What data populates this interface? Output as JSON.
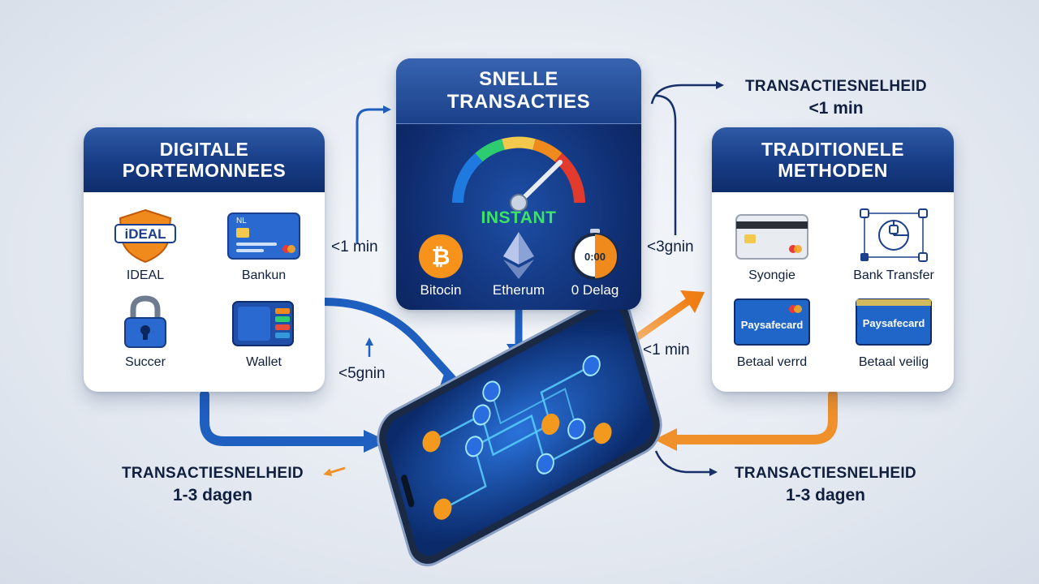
{
  "left_panel": {
    "title_line1": "DIGITALE",
    "title_line2": "PORTEMONNEES",
    "items": [
      {
        "label": "IDEAL",
        "icon": "ideal-shield-icon",
        "logo_text": "iDEAL"
      },
      {
        "label": "Bankun",
        "icon": "bank-card-icon",
        "card_text": "NL"
      },
      {
        "label": "Succer",
        "icon": "padlock-icon"
      },
      {
        "label": "Wallet",
        "icon": "wallet-icon"
      }
    ]
  },
  "center_panel": {
    "title_line1": "SNELLE",
    "title_line2": "TRANSACTIES",
    "gauge_label": "INSTANT",
    "items": [
      {
        "label": "Bitocin",
        "icon": "bitcoin-icon"
      },
      {
        "label": "Etherum",
        "icon": "ethereum-icon"
      },
      {
        "label": "0 Delag",
        "icon": "stopwatch-icon",
        "watch_text": "0:00"
      }
    ]
  },
  "right_panel": {
    "title_line1": "TRADITIONELE",
    "title_line2": "METHODEN",
    "items": [
      {
        "label": "Syongie",
        "icon": "credit-card-icon"
      },
      {
        "label": "Bank Transfer",
        "icon": "bank-transfer-network-icon"
      },
      {
        "label": "Betaal verrd",
        "icon": "paysafecard-icon",
        "logo_text": "Paysafecard"
      },
      {
        "label": "Betaal veilig",
        "icon": "paysafecard-icon",
        "logo_text": "Paysafecard"
      }
    ]
  },
  "time_labels": {
    "left_of_center": "<1 min",
    "right_of_center": "<3gnin",
    "below_left": "<5gnin",
    "phone_right": "<1 min"
  },
  "speed_blocks": {
    "top_right": {
      "title": "TRANSACTIESNELHEID",
      "value": "<1 min"
    },
    "bottom_left": {
      "title": "TRANSACTIESNELHEID",
      "value": "1-3 dagen"
    },
    "bottom_right": {
      "title": "TRANSACTIESNELHEID",
      "value": "1-3 dagen"
    }
  },
  "colors": {
    "header_blue": "#173c85",
    "arrow_blue": "#1f5fc0",
    "arrow_orange": "#f0902a",
    "instant_green": "#3ee26b"
  }
}
